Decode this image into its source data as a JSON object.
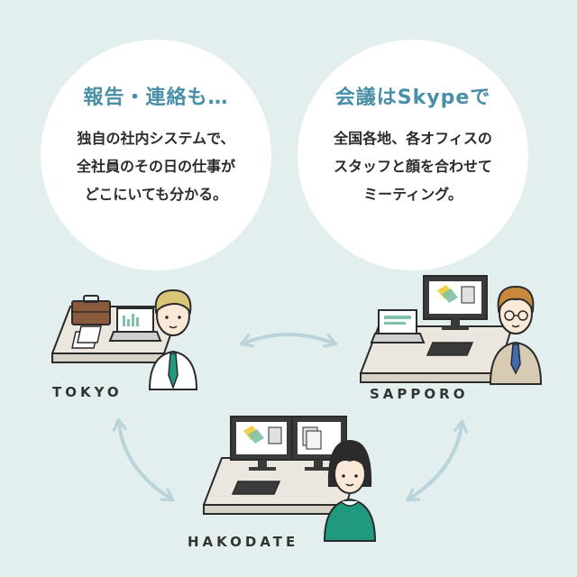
{
  "bubbles": [
    {
      "title": "報告・連絡も…",
      "lines": [
        "独自の社内システムで、",
        "全社員のその日の仕事が",
        "どこにいても分かる。"
      ]
    },
    {
      "title": "会議はSkypeで",
      "lines": [
        "全国各地、各オフィスの",
        "スタッフと顔を合わせて",
        "ミーティング。"
      ]
    }
  ],
  "cities": {
    "tokyo": "TOKYO",
    "sapporo": "SAPPORO",
    "hakodate": "HAKODATE"
  },
  "colors": {
    "background": "#e3eeee",
    "accent": "#4a8fa8",
    "arrow": "#b9d4da",
    "desk": "#ece7de",
    "tie": "#1f9a7e",
    "sweater": "#1f9a7e",
    "jacket": "#d8cbb4"
  }
}
